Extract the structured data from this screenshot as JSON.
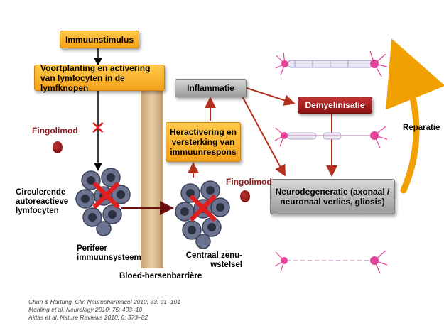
{
  "boxes": {
    "immune_stimulus": "Immuunstimulus",
    "propagation": "Voortplanting en activering van lymfocyten in de lymfknopen",
    "inflammation": "Inflammatie",
    "reactivation": "Heractivering en versterking van immuunrespons",
    "demyelination": "Demyelinisatie",
    "neurodegeneration": "Neurodegeneratie (axonaal / neuronaal verlies, gliosis)"
  },
  "labels": {
    "fingolimod_left": "Fingolimod",
    "fingolimod_right": "Fingolimod",
    "circulating": "Circulerende autoreactieve lymfocyten",
    "peripheral": "Perifeer immuunsysteem",
    "cns": "Centraal zenu-wstelsel",
    "bbb": "Bloed-hersenbarrière",
    "repair": "Reparatie"
  },
  "references": [
    "Chun & Hartung, Clin Neuropharmacol 2010; 33: 91–101",
    "Mehling et al, Neurology 2010; 75: 403–10",
    "Aktas et al, Nature Reviews 2010; 6: 373–82"
  ],
  "colors": {
    "orange_box": "#f5a21a",
    "grey_box": "#9a9a9a",
    "red_box": "#8c1414",
    "arrow_red": "#b3301c",
    "repair_arrow": "#f0a000",
    "fingolimod_text": "#8b1a1a",
    "block_x": "#e02020",
    "barrier": "#d4b08a"
  }
}
